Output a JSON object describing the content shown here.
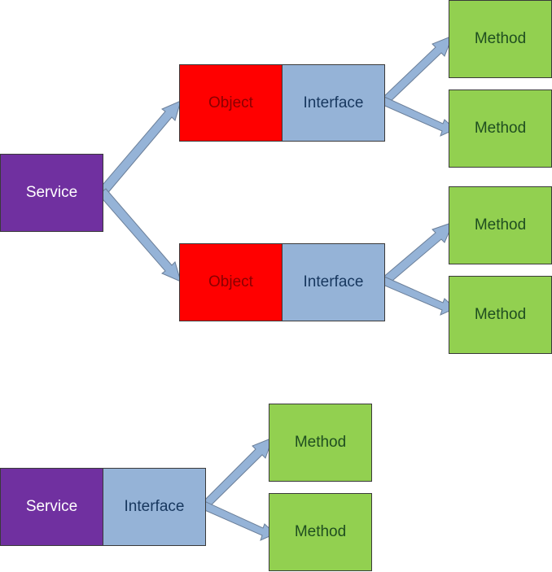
{
  "top_diagram": {
    "service": "Service",
    "branches": [
      {
        "object": "Object",
        "interface": "Interface",
        "methods": [
          "Method",
          "Method"
        ]
      },
      {
        "object": "Object",
        "interface": "Interface",
        "methods": [
          "Method",
          "Method"
        ]
      }
    ]
  },
  "bottom_diagram": {
    "service": "Service",
    "interface": "Interface",
    "methods": [
      "Method",
      "Method"
    ]
  },
  "colors": {
    "service": "#7030a0",
    "object": "#ff0000",
    "interface": "#95b3d7",
    "method": "#92d050",
    "arrow_fill": "#95b3d7",
    "arrow_stroke": "#6b7f99"
  }
}
